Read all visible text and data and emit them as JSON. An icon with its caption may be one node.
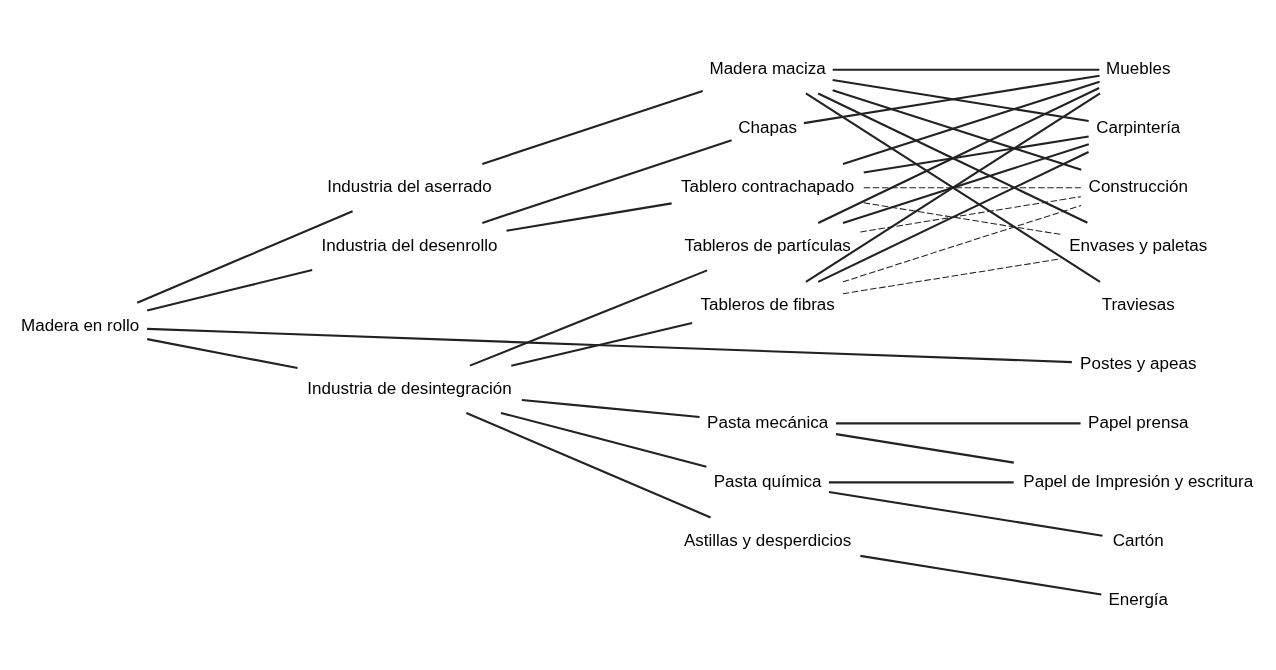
{
  "diagram": {
    "nodes": [
      {
        "text": [
          "Madera en rollo"
        ]
      },
      {
        "text": [
          "Industria del aserrado"
        ]
      },
      {
        "text": [
          "Industria del desenrollo"
        ]
      },
      {
        "text": [
          "Industria de desintegración"
        ]
      },
      {
        "text": [
          "Madera maciza"
        ]
      },
      {
        "text": [
          "Chapas"
        ]
      },
      {
        "text": [
          "Tablero contrachapado"
        ]
      },
      {
        "text": [
          "Tableros de partículas"
        ]
      },
      {
        "text": [
          "Tableros de fibras"
        ]
      },
      {
        "text": [
          "Pasta mecánica"
        ]
      },
      {
        "text": [
          "Pasta química"
        ]
      },
      {
        "text": [
          "Astillas y desperdicios"
        ]
      },
      {
        "text": [
          "Muebles"
        ]
      },
      {
        "text": [
          "Carpintería"
        ]
      },
      {
        "text": [
          "Construcción"
        ]
      },
      {
        "text": [
          "Envases y paletas"
        ]
      },
      {
        "text": [
          "Traviesas"
        ]
      },
      {
        "text": [
          "Postes y apeas"
        ]
      },
      {
        "text": [
          "Papel prensa"
        ]
      },
      {
        "text": [
          "Papel de Impresión y escritura"
        ]
      },
      {
        "text": [
          "Cartón"
        ]
      },
      {
        "text": [
          "Energía"
        ]
      }
    ],
    "edges": [
      {
        "from": 0,
        "to": 1,
        "arrow": "none"
      },
      {
        "from": 0,
        "to": 2,
        "arrow": "none"
      },
      {
        "from": 0,
        "to": 17,
        "arrow": "none"
      },
      {
        "from": 0,
        "to": 3,
        "arrow": "none"
      },
      {
        "from": 1,
        "to": 4,
        "arrow": "none"
      },
      {
        "from": 2,
        "to": 5,
        "arrow": "none"
      },
      {
        "from": 2,
        "to": 6,
        "arrow": "none"
      },
      {
        "from": 3,
        "to": 7,
        "arrow": "none"
      },
      {
        "from": 3,
        "to": 8,
        "arrow": "none"
      },
      {
        "from": 3,
        "to": 9,
        "arrow": "none"
      },
      {
        "from": 3,
        "to": 10,
        "arrow": "none"
      },
      {
        "from": 3,
        "to": 11,
        "arrow": "none"
      },
      {
        "from": 4,
        "to": 12,
        "arrow": "none"
      },
      {
        "from": 4,
        "to": 13,
        "arrow": "none"
      },
      {
        "from": 4,
        "to": 14,
        "arrow": "none"
      },
      {
        "from": 4,
        "to": 15,
        "arrow": "none"
      },
      {
        "from": 4,
        "to": 16,
        "arrow": "none"
      },
      {
        "from": 5,
        "to": 12,
        "arrow": "none"
      },
      {
        "from": 6,
        "to": 12,
        "arrow": "none"
      },
      {
        "from": 6,
        "to": 13,
        "arrow": "none"
      },
      {
        "from": 6,
        "to": 14,
        "arrow": "none",
        "style": "dashed"
      },
      {
        "from": 6,
        "to": 15,
        "arrow": "none",
        "style": "dashed"
      },
      {
        "from": 7,
        "to": 12,
        "arrow": "none"
      },
      {
        "from": 7,
        "to": 13,
        "arrow": "none"
      },
      {
        "from": 7,
        "to": 14,
        "arrow": "none",
        "style": "dashed"
      },
      {
        "from": 8,
        "to": 12,
        "arrow": "none"
      },
      {
        "from": 8,
        "to": 13,
        "arrow": "none"
      },
      {
        "from": 8,
        "to": 14,
        "arrow": "none",
        "style": "dashed"
      },
      {
        "from": 8,
        "to": 15,
        "arrow": "none",
        "style": "dashed"
      },
      {
        "from": 9,
        "to": 18,
        "arrow": "none"
      },
      {
        "from": 9,
        "to": 19,
        "arrow": "none"
      },
      {
        "from": 10,
        "to": 19,
        "arrow": "none"
      },
      {
        "from": 10,
        "to": 20,
        "arrow": "none"
      },
      {
        "from": 11,
        "to": 21,
        "arrow": "none"
      }
    ]
  }
}
